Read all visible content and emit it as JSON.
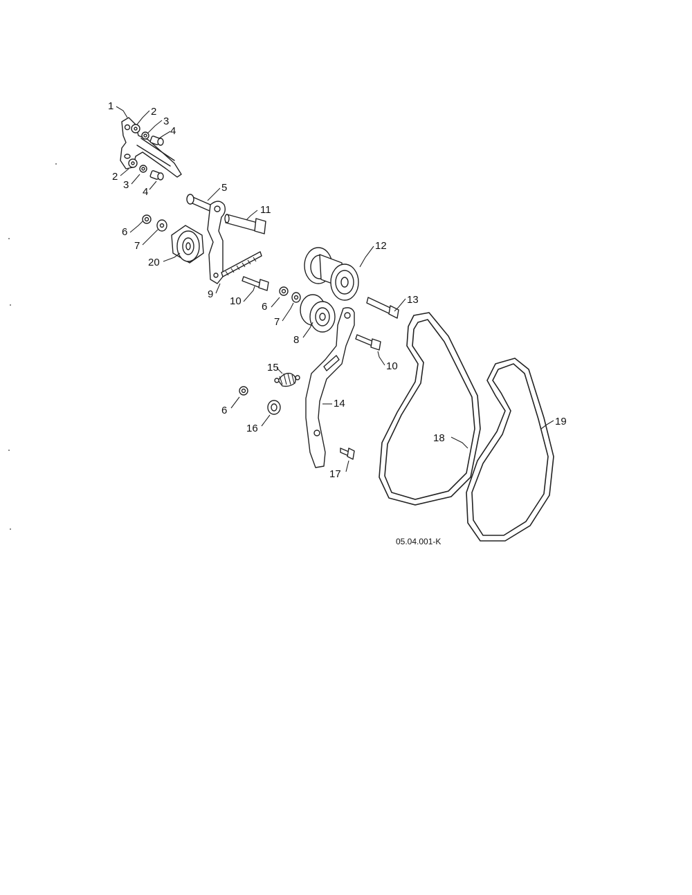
{
  "diagram": {
    "code": "05.04.001-K",
    "callouts": [
      "1",
      "2",
      "3",
      "4",
      "2",
      "3",
      "4",
      "5",
      "11",
      "6",
      "7",
      "20",
      "9",
      "10",
      "12",
      "6",
      "7",
      "8",
      "13",
      "10",
      "15",
      "14",
      "6",
      "16",
      "18",
      "19",
      "17"
    ]
  }
}
